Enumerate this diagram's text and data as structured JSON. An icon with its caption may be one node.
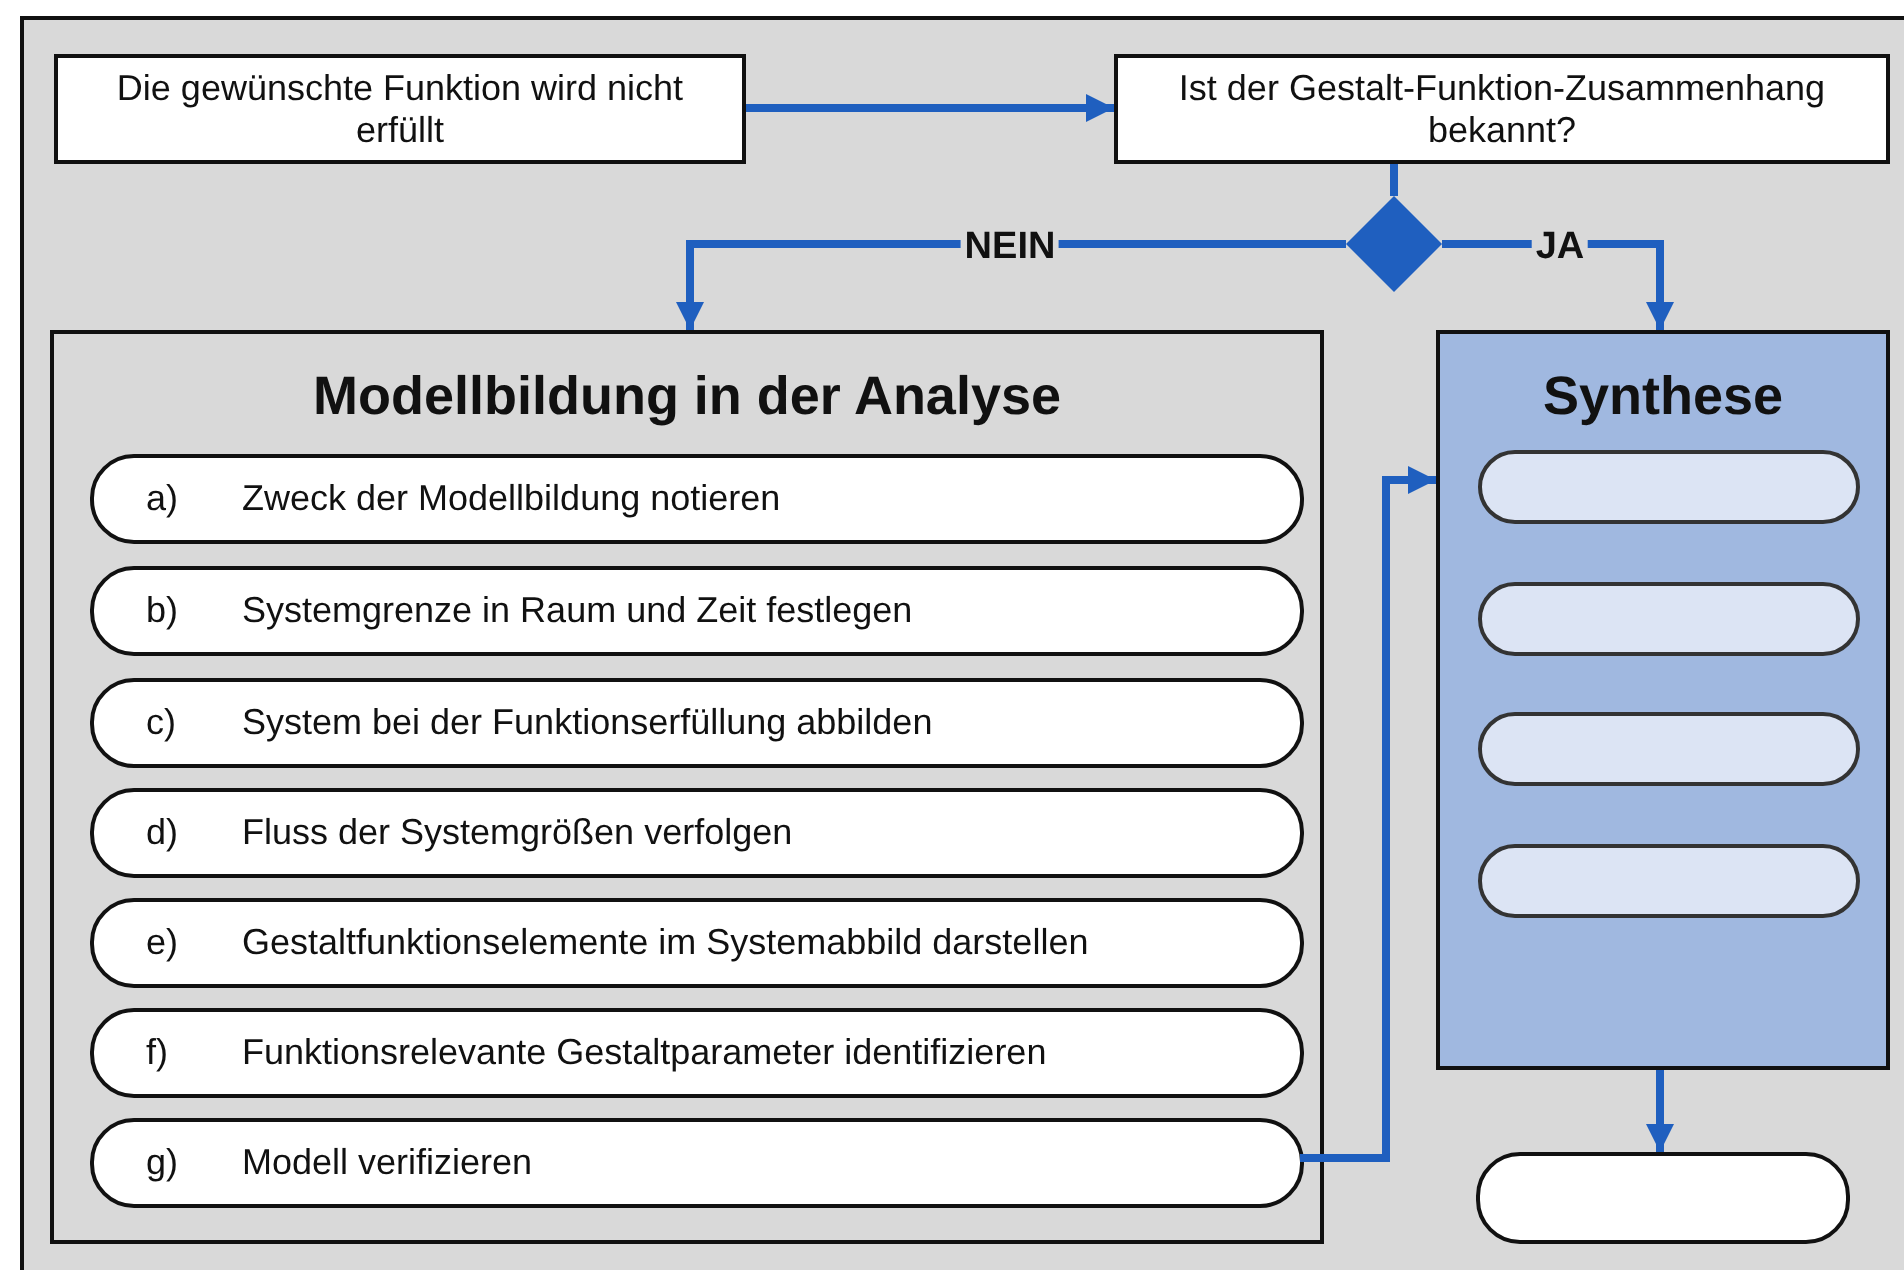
{
  "diagram": {
    "nodes": [
      {
        "text": [
          "Die gewünschte Funktion wird nicht erfüllt"
        ]
      },
      {
        "text": [
          "Ist der Gestalt-Funktion-Zusammenhang bekannt?"
        ]
      },
      {
        "text": [],
        "shape": "diamond"
      },
      {
        "text": [
          "Modellbildung in der Analyse"
        ]
      },
      {
        "text": [
          "a)",
          "Zweck der Modellbildung notieren"
        ],
        "in": 3
      },
      {
        "text": [
          "b)",
          "Systemgrenze in Raum und Zeit festlegen"
        ],
        "in": 3
      },
      {
        "text": [
          "c)",
          "System bei der Funktionserfüllung abbilden"
        ],
        "in": 3
      },
      {
        "text": [
          "d)",
          "Fluss der Systemgrößen verfolgen"
        ],
        "in": 3
      },
      {
        "text": [
          "e)",
          "Gestaltfunktionselemente im Systemabbild darstellen"
        ],
        "in": 3
      },
      {
        "text": [
          "f)",
          "Funktionsrelevante Gestaltparameter identifizieren"
        ],
        "in": 3
      },
      {
        "text": [
          "g)",
          "Modell verifizieren"
        ],
        "in": 3
      },
      {
        "text": [
          "Synthese"
        ]
      },
      {
        "text": [],
        "shape": "box",
        "in": 11
      },
      {
        "text": [],
        "shape": "box",
        "in": 11
      },
      {
        "text": [],
        "shape": "box",
        "in": 11
      },
      {
        "text": [],
        "shape": "box",
        "in": 11
      },
      {
        "text": [],
        "shape": "box"
      }
    ],
    "edges": [
      {
        "from": 0,
        "to": 1,
        "arrow": "to"
      },
      {
        "from": 1,
        "to": 2,
        "arrow": "none"
      },
      {
        "from": 2,
        "to": 3,
        "arrow": "to",
        "label": "NEIN"
      },
      {
        "from": 2,
        "to": 11,
        "arrow": "to",
        "label": "JA"
      },
      {
        "from": 10,
        "to": 11,
        "arrow": "to"
      },
      {
        "from": 11,
        "to": 16,
        "arrow": "to"
      }
    ]
  }
}
